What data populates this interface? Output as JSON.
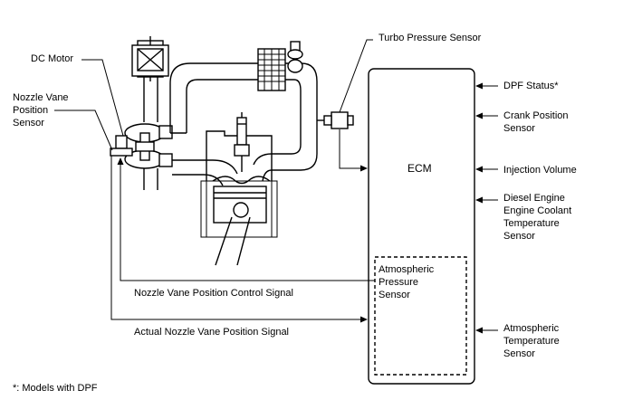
{
  "labels": {
    "dc_motor": "DC Motor",
    "nozzle_vane_sensor": [
      "Nozzle Vane",
      "Position",
      "Sensor"
    ],
    "turbo_pressure_sensor": "Turbo Pressure Sensor",
    "dpf_status": "DPF Status*",
    "crank_position_sensor": [
      "Crank Position",
      "Sensor"
    ],
    "ecm": "ECM",
    "injection_volume": "Injection Volume",
    "coolant_temp_sensor": [
      "Diesel Engine",
      "Engine Coolant",
      "Temperature",
      "Sensor"
    ],
    "atmospheric_pressure_sensor": [
      "Atmospheric",
      "Pressure",
      "Sensor"
    ],
    "atmospheric_temp_sensor": [
      "Atmospheric",
      "Temperature",
      "Sensor"
    ],
    "control_signal": "Nozzle Vane Position Control Signal",
    "actual_signal": "Actual Nozzle Vane Position Signal",
    "footnote": "*: Models with DPF"
  }
}
